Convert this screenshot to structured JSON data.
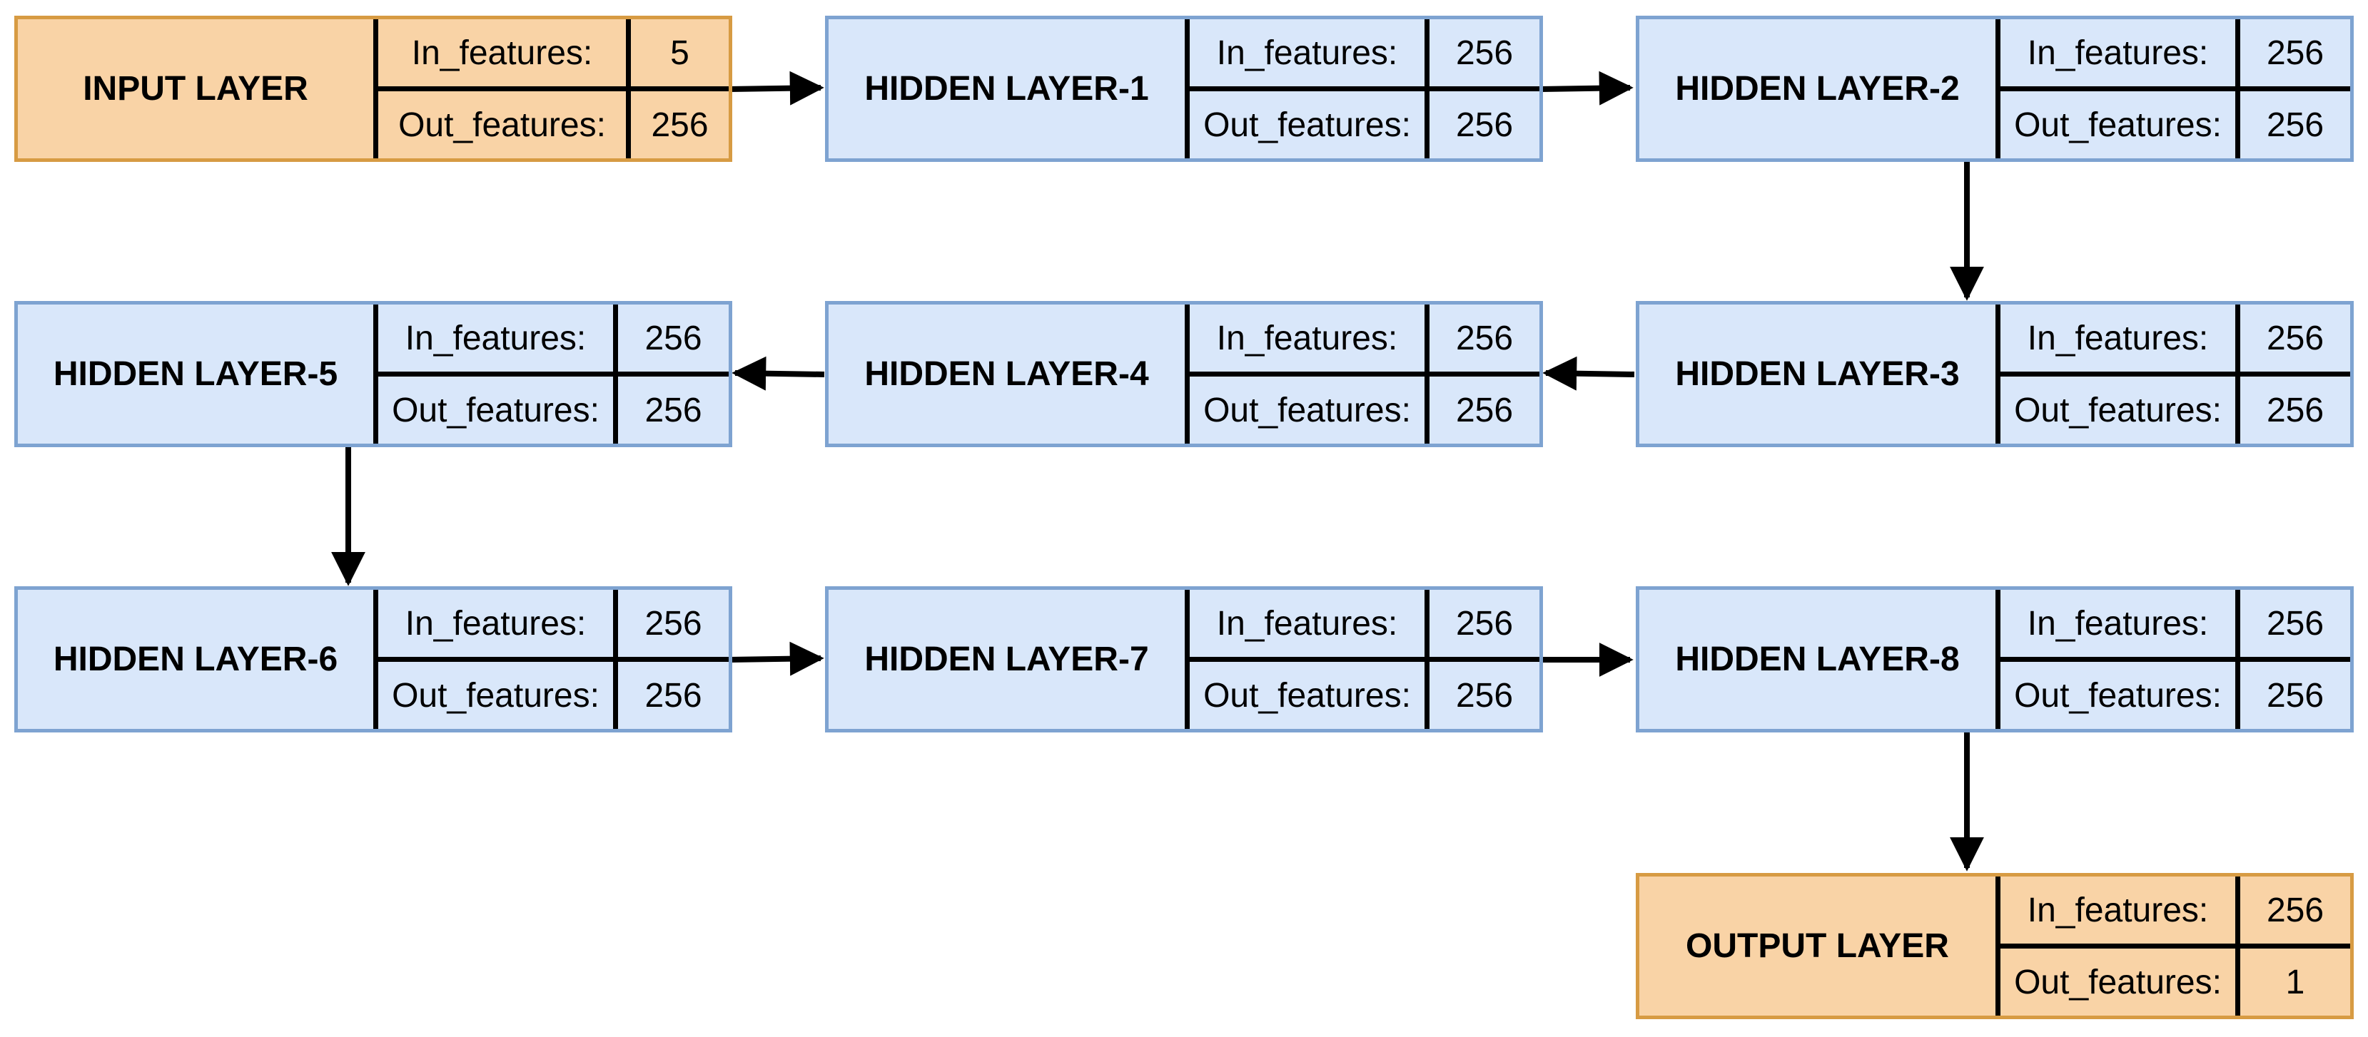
{
  "labels": {
    "in": "In_features:",
    "out": "Out_features:"
  },
  "nodes": [
    {
      "name": "input-layer",
      "title": "INPUT LAYER",
      "kind": "io",
      "in": "5",
      "out": "256"
    },
    {
      "name": "hidden-layer-1",
      "title": "HIDDEN LAYER-1",
      "kind": "hidden",
      "in": "256",
      "out": "256"
    },
    {
      "name": "hidden-layer-2",
      "title": "HIDDEN LAYER-2",
      "kind": "hidden",
      "in": "256",
      "out": "256"
    },
    {
      "name": "hidden-layer-3",
      "title": "HIDDEN LAYER-3",
      "kind": "hidden",
      "in": "256",
      "out": "256"
    },
    {
      "name": "hidden-layer-4",
      "title": "HIDDEN LAYER-4",
      "kind": "hidden",
      "in": "256",
      "out": "256"
    },
    {
      "name": "hidden-layer-5",
      "title": "HIDDEN LAYER-5",
      "kind": "hidden",
      "in": "256",
      "out": "256"
    },
    {
      "name": "hidden-layer-6",
      "title": "HIDDEN LAYER-6",
      "kind": "hidden",
      "in": "256",
      "out": "256"
    },
    {
      "name": "hidden-layer-7",
      "title": "HIDDEN LAYER-7",
      "kind": "hidden",
      "in": "256",
      "out": "256"
    },
    {
      "name": "hidden-layer-8",
      "title": "HIDDEN LAYER-8",
      "kind": "hidden",
      "in": "256",
      "out": "256"
    },
    {
      "name": "output-layer",
      "title": "OUTPUT LAYER",
      "kind": "io",
      "in": "256",
      "out": "1"
    }
  ],
  "colors": {
    "io_fill": "#f9d3a6",
    "io_border": "#d79b43",
    "hidden_fill": "#d9e7fa",
    "hidden_border": "#7ea3d1",
    "arrow": "#000000"
  }
}
